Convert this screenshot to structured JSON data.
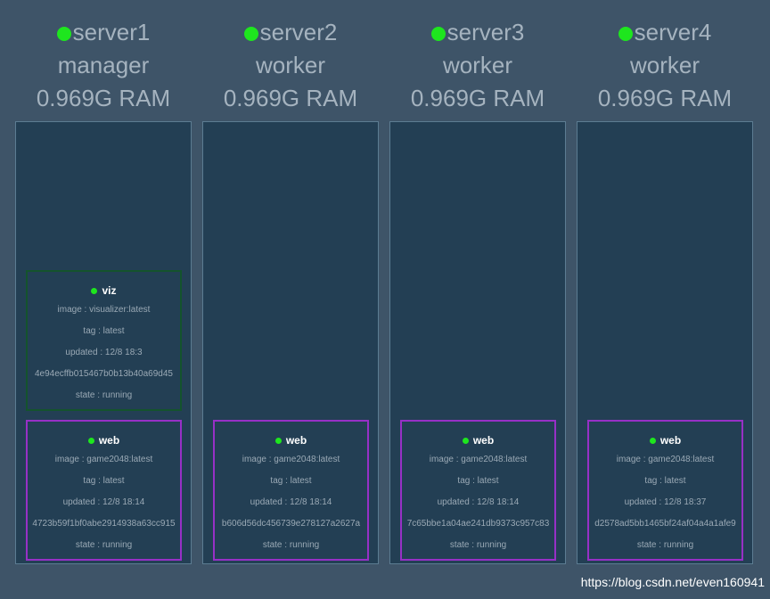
{
  "nodes": [
    {
      "name": "server1",
      "role": "manager",
      "ram": "0.969G RAM",
      "tasks": [
        {
          "name": "viz",
          "image": "image : visualizer:latest",
          "tag": "tag : latest",
          "updated": "updated : 12/8 18:3",
          "id": "4e94ecffb015467b0b13b40a69d45",
          "state": "state : running"
        },
        {
          "name": "web",
          "image": "image : game2048:latest",
          "tag": "tag : latest",
          "updated": "updated : 12/8 18:14",
          "id": "4723b59f1bf0abe2914938a63cc915",
          "state": "state : running"
        }
      ]
    },
    {
      "name": "server2",
      "role": "worker",
      "ram": "0.969G RAM",
      "tasks": [
        {
          "name": "web",
          "image": "image : game2048:latest",
          "tag": "tag : latest",
          "updated": "updated : 12/8 18:14",
          "id": "b606d56dc456739e278127a2627a",
          "state": "state : running"
        }
      ]
    },
    {
      "name": "server3",
      "role": "worker",
      "ram": "0.969G RAM",
      "tasks": [
        {
          "name": "web",
          "image": "image : game2048:latest",
          "tag": "tag : latest",
          "updated": "updated : 12/8 18:14",
          "id": "7c65bbe1a04ae241db9373c957c83",
          "state": "state : running"
        }
      ]
    },
    {
      "name": "server4",
      "role": "worker",
      "ram": "0.969G RAM",
      "tasks": [
        {
          "name": "web",
          "image": "image : game2048:latest",
          "tag": "tag : latest",
          "updated": "updated : 12/8 18:37",
          "id": "d2578ad5bb1465bf24af04a4a1afe9",
          "state": "state : running"
        }
      ]
    }
  ],
  "colors": {
    "background": "#3e5468",
    "node_body": "#233f54",
    "status_running": "#1ee61e",
    "viz_border": "#14532d",
    "web_border": "#9730c6"
  },
  "watermark": "https://blog.csdn.net/even160941"
}
